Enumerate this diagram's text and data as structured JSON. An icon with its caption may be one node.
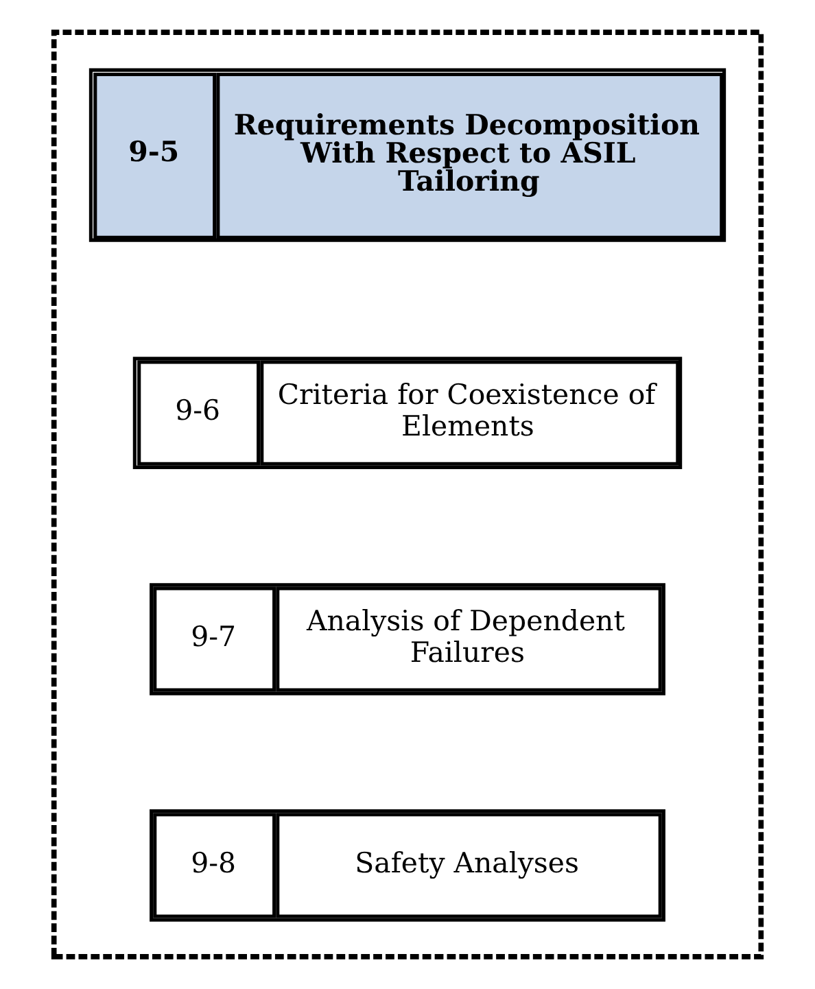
{
  "diagram": {
    "nodes": [
      {
        "text": [],
        "shape": "box"
      },
      {
        "text": [
          "9-5",
          "Requirements Decomposition With Respect to ASIL Tailoring"
        ],
        "in": 0
      },
      {
        "text": [
          "9-6",
          "Criteria for Coexistence of Elements"
        ],
        "in": 0
      },
      {
        "text": [
          "9-7",
          "Analysis of Dependent Failures"
        ],
        "in": 0
      },
      {
        "text": [
          "9-8",
          "Safety Analyses"
        ],
        "in": 0
      }
    ]
  }
}
